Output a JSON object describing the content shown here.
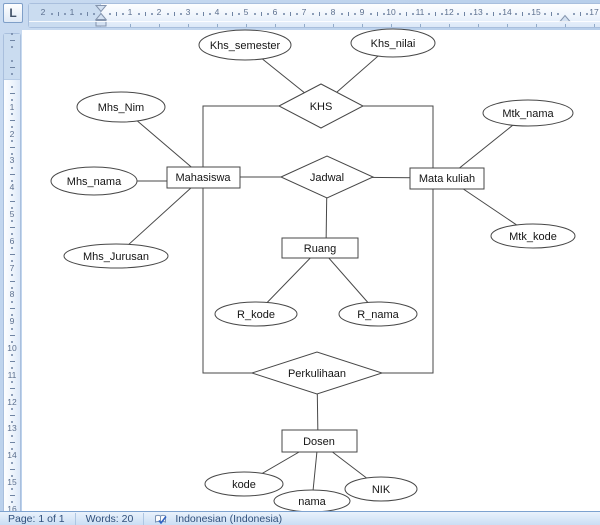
{
  "window": {
    "tab_selector_label": "L"
  },
  "ruler": {
    "h_margin_numbers": [
      "2",
      "1"
    ],
    "h_page_numbers": [
      "1",
      "2",
      "3",
      "4",
      "5",
      "6",
      "7",
      "8",
      "9",
      "10",
      "11",
      "12",
      "13",
      "14",
      "15",
      "17"
    ],
    "v_page_numbers": [
      "1",
      "2",
      "3",
      "4",
      "5",
      "6",
      "7",
      "8",
      "9",
      "10",
      "11",
      "12",
      "13",
      "14",
      "15",
      "16"
    ]
  },
  "diagram": {
    "entities": [
      {
        "label": "Mahasiswa"
      },
      {
        "label": "Mata kuliah"
      },
      {
        "label": "Ruang"
      },
      {
        "label": "Dosen"
      }
    ],
    "relations": [
      {
        "label": "KHS"
      },
      {
        "label": "Jadwal"
      },
      {
        "label": "Perkulihaan"
      }
    ],
    "attributes": [
      {
        "label": "Khs_semester"
      },
      {
        "label": "Khs_nilai"
      },
      {
        "label": "Mhs_Nim"
      },
      {
        "label": "Mhs_nama"
      },
      {
        "label": "Mhs_Jurusan"
      },
      {
        "label": "Mtk_nama"
      },
      {
        "label": "Mtk_kode"
      },
      {
        "label": "R_kode"
      },
      {
        "label": "R_nama"
      },
      {
        "label": "kode"
      },
      {
        "label": "nama"
      },
      {
        "label": "NIK"
      }
    ]
  },
  "status_bar": {
    "page_label": "Page: 1 of 1",
    "words_label": "Words: 20",
    "language_label": "Indonesian (Indonesia)"
  },
  "colors": {
    "chrome_blue": "#a9c4e5",
    "shape_stroke": "#474747",
    "status_text": "#31507b"
  }
}
